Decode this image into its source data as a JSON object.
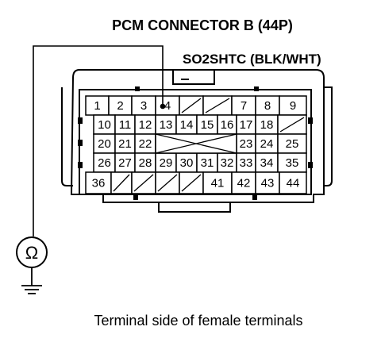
{
  "diagram": {
    "title": "PCM CONNECTOR B (44P)",
    "wire_label": "SO2SHTC",
    "wire_color": "(BLK/WHT)",
    "caption": "Terminal side of female terminals",
    "meter_symbol": "Ω",
    "meter_icon": "ohmmeter-icon",
    "ground_icon": "ground-icon",
    "probe_terminal": "4"
  },
  "connector": {
    "rows": [
      [
        "1",
        "2",
        "3",
        "4",
        "",
        "",
        "7",
        "8",
        "9"
      ],
      [
        "10",
        "11",
        "12",
        "13",
        "14",
        "15",
        "16",
        "17",
        "18",
        ""
      ],
      [
        "20",
        "21",
        "22",
        "",
        "",
        "",
        "",
        "23",
        "24",
        "25"
      ],
      [
        "26",
        "27",
        "28",
        "29",
        "30",
        "31",
        "32",
        "33",
        "34",
        "35"
      ],
      [
        "36",
        "",
        "",
        "",
        "",
        "41",
        "42",
        "43",
        "44"
      ]
    ]
  }
}
